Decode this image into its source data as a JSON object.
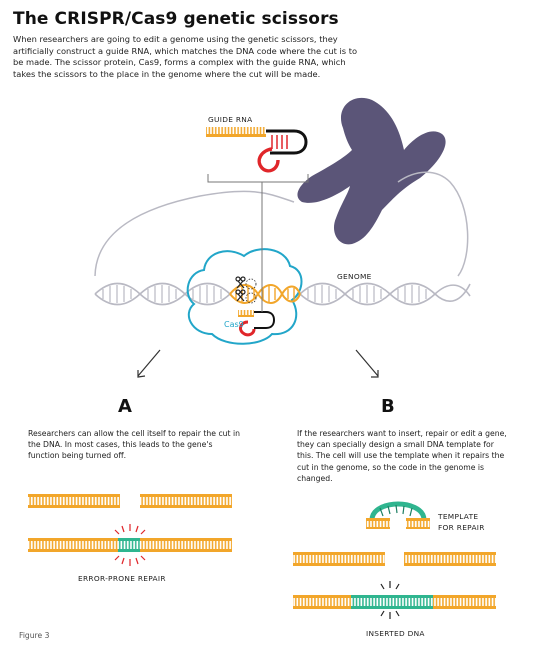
{
  "title": "The CRISPR/Cas9 genetic scissors",
  "intro": "When researchers are going to edit a genome using the genetic scissors, they artificially construct a guide RNA, which matches the DNA code where the cut is to be made. The scissor protein, Cas9, forms a complex with the guide RNA, which takes the scissors to the place in the genome where the cut will be made.",
  "labels": {
    "guide_rna": "GUIDE RNA",
    "genome": "GENOME",
    "cas9": "Cas9",
    "a": "A",
    "b": "B",
    "error_prone": "ERROR-PRONE REPAIR",
    "template_line1": "TEMPLATE",
    "template_line2": "FOR REPAIR",
    "inserted_dna": "INSERTED DNA",
    "figure": "Figure 3"
  },
  "text_a": "Researchers can allow the cell itself to repair the cut in the DNA. In most cases, this leads to the gene's function being turned off.",
  "text_b": "If the researchers want to insert, repair or edit a gene, they can specially design a small DNA template for this. The cell will use the template when it repairs the cut in the genome, so the code in the genome is changed.",
  "colors": {
    "dna_orange": "#f2a62a",
    "dna_grey": "#b9b9c3",
    "chromosome": "#5b5578",
    "cas9_outline": "#22a6c9",
    "guide_red": "#e0262a",
    "insert_green": "#2fb58f"
  }
}
